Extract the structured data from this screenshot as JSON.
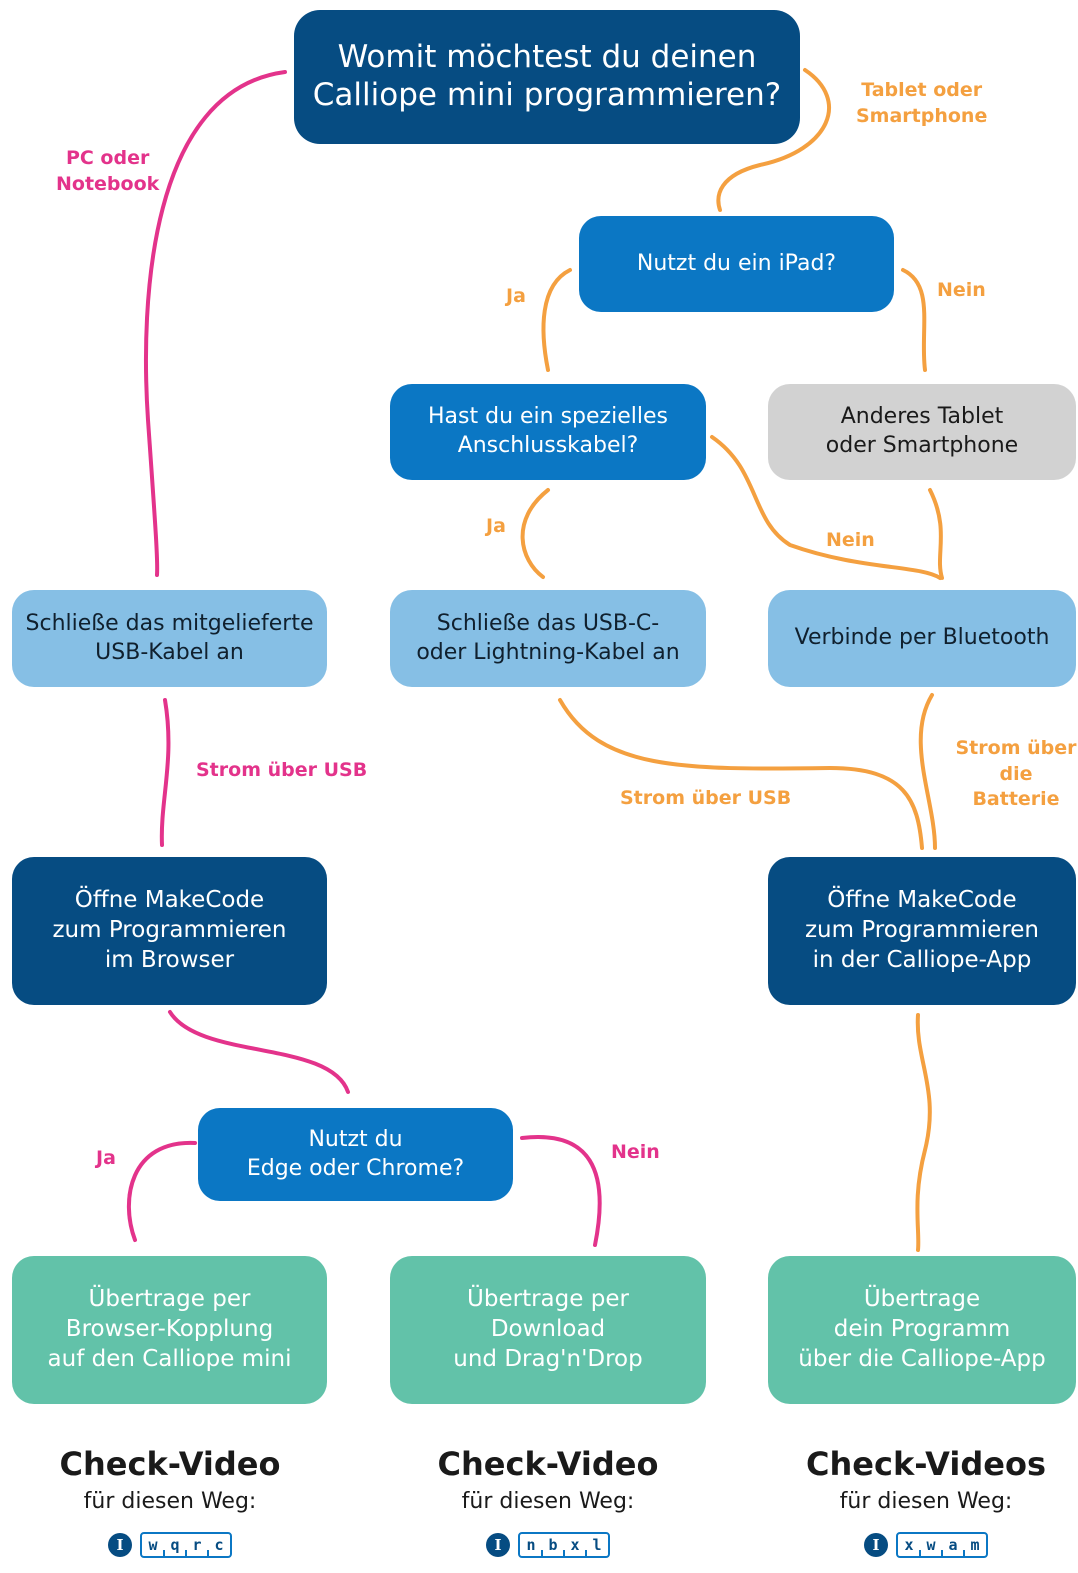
{
  "colors": {
    "dark_blue": "#064c82",
    "mid_blue": "#0b77c4",
    "light_blue": "#86bfe5",
    "grey": "#d2d2d2",
    "green": "#62c2a9",
    "pink_path": "#e3338b",
    "orange_path": "#f4a040"
  },
  "nodes": {
    "question_main": "Womit möchtest du deinen\nCalliope mini programmieren?",
    "question_ipad": "Nutzt du ein iPad?",
    "question_cable": "Hast du ein spezielles\nAnschlusskabel?",
    "other_tablet": "Anderes Tablet\noder Smartphone",
    "connect_usb": "Schließe das mitgelieferte\nUSB-Kabel an",
    "connect_usbc": "Schließe das USB-C-\noder Lightning-Kabel an",
    "connect_bluetooth": "Verbinde per Bluetooth",
    "makecode_browser": "Öffne MakeCode\nzum Programmieren\nim Browser",
    "makecode_app": "Öffne MakeCode\nzum Programmieren\nin der Calliope-App",
    "question_browser": "Nutzt du\nEdge oder Chrome?",
    "transfer_webusb": "Übertrage per\nBrowser-Kopplung\nauf den Calliope mini",
    "transfer_download": "Übertrage per\nDownload\nund Drag'n'Drop",
    "transfer_app": "Übertrage\ndein Programm\nüber die Calliope-App"
  },
  "edge_labels": {
    "pc_notebook": "PC oder\nNotebook",
    "tablet_smartphone": "Tablet oder\nSmartphone",
    "ipad_yes": "Ja",
    "ipad_no": "Nein",
    "cable_yes": "Ja",
    "cable_no": "Nein",
    "power_usb_left": "Strom über USB",
    "power_usb_middle": "Strom über USB",
    "power_battery": "Strom über\ndie Batterie",
    "browser_yes": "Ja",
    "browser_no": "Nein"
  },
  "check_videos": [
    {
      "title": "Check-Video",
      "subtitle": "für diesen Weg:",
      "icon": "info-circle-icon",
      "code": [
        "w",
        "q",
        "r",
        "c"
      ]
    },
    {
      "title": "Check-Video",
      "subtitle": "für diesen Weg:",
      "icon": "info-circle-icon",
      "code": [
        "n",
        "b",
        "x",
        "l"
      ]
    },
    {
      "title": "Check-Videos",
      "subtitle": "für diesen Weg:",
      "icon": "info-circle-icon",
      "code": [
        "x",
        "w",
        "a",
        "m"
      ]
    }
  ]
}
